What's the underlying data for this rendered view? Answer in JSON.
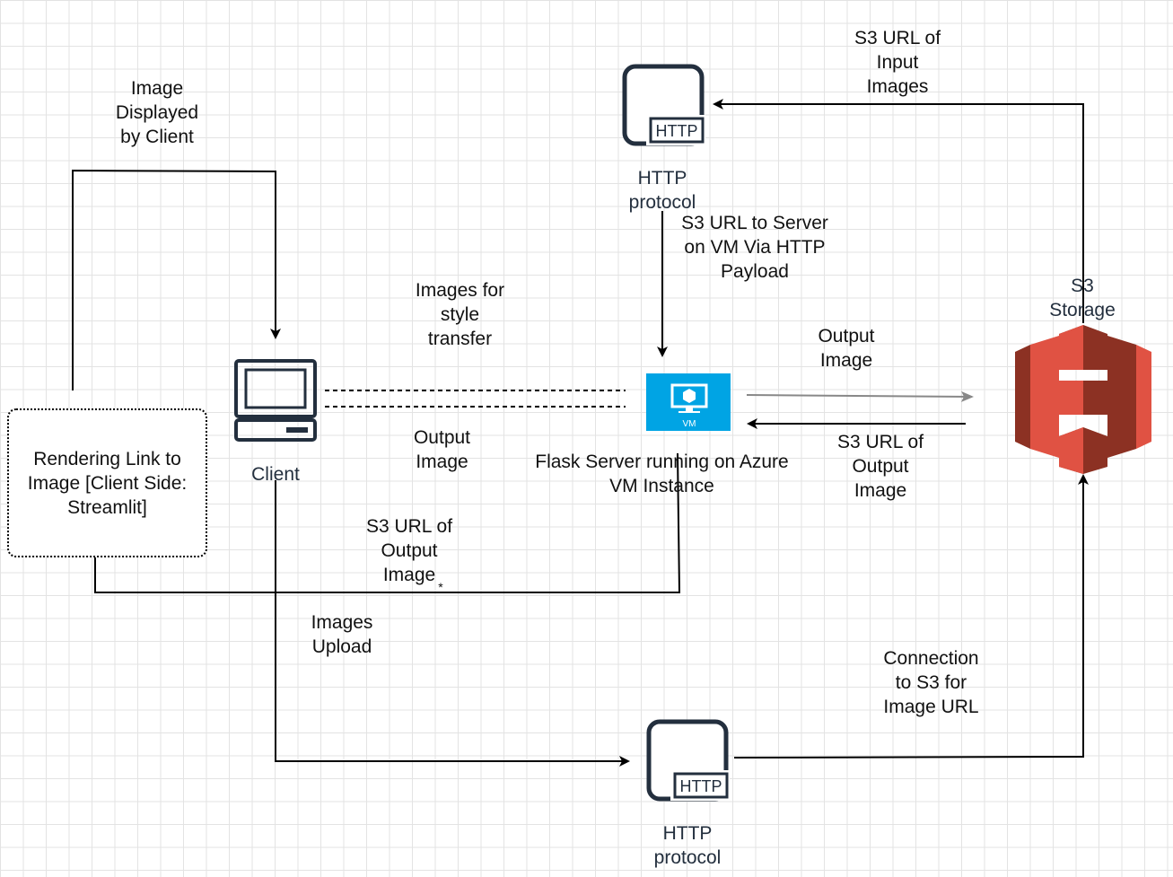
{
  "labels": {
    "image_displayed": "Image\nDisplayed\nby Client",
    "rendering_link": "Rendering Link to\nImage [Client Side:\nStreamlit]",
    "client": "Client",
    "images_for_style_transfer": "Images for\nstyle\ntransfer",
    "output_image_client": "Output\nImage",
    "s3_url_output_bottom": "S3 URL of\nOutput\nImage",
    "asterisk": "*",
    "images_upload": "Images\nUpload",
    "http_top": "HTTP\nprotocol",
    "s3_url_to_server": "S3 URL to Server\non VM Via HTTP\nPayload",
    "s3_url_input": "S3 URL of\nInput\nImages",
    "s3_storage": "S3\nStorage",
    "output_image_s3": "Output\nImage",
    "s3_url_output_right": "S3 URL of\nOutput\nImage",
    "flask_server": "Flask Server running on Azure\nVM Instance",
    "connection_s3": "Connection\nto S3 for\nImage URL",
    "http_bottom": "HTTP\nprotocol",
    "http_badge_text": "HTTP",
    "vm_badge_text": "VM"
  },
  "icons": {
    "client": "computer-monitor-icon",
    "http": "http-protocol-icon",
    "vm": "azure-vm-icon",
    "s3": "aws-s3-bucket-icon"
  },
  "colors": {
    "vm_blue": "#00a4e4",
    "s3_red": "#e05243",
    "s3_dark": "#8c3123",
    "icon_dark": "#232f3e"
  }
}
